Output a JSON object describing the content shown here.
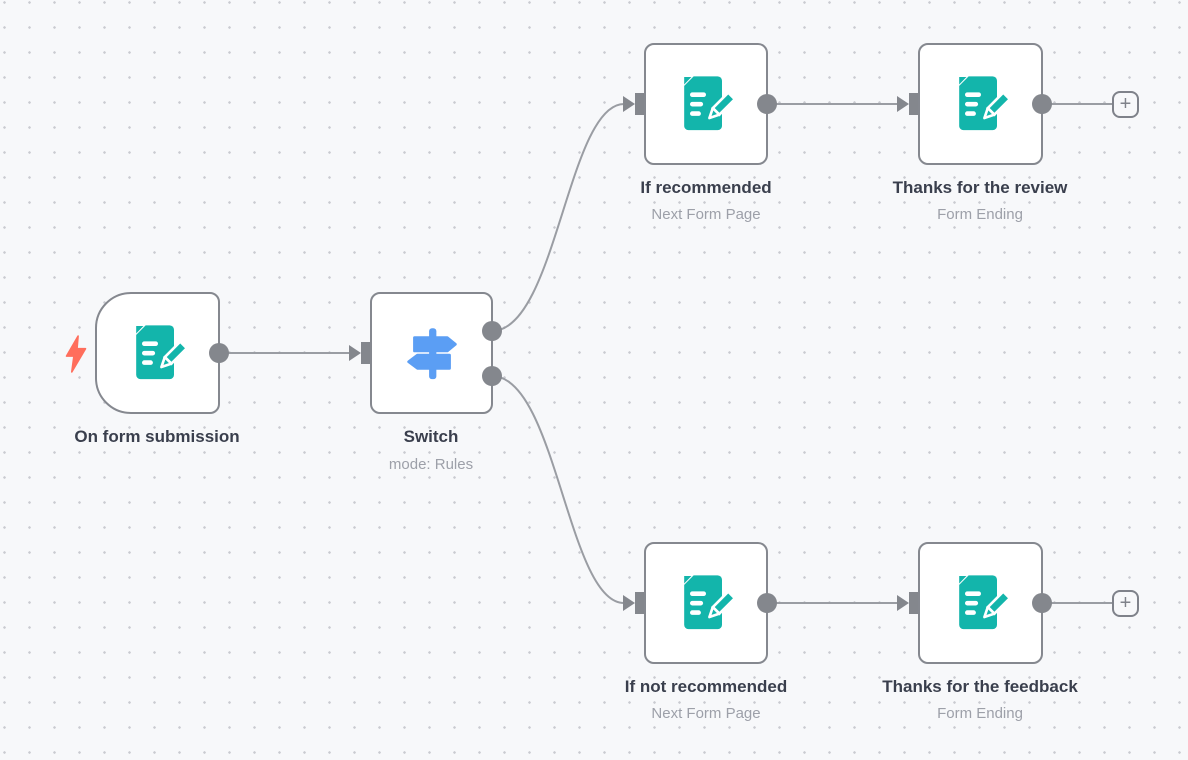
{
  "app": "workflow-canvas",
  "nodes": [
    {
      "id": "on-form-submission",
      "title": "On form submission",
      "subtitle": "",
      "icon": "form-icon",
      "kind": "trigger"
    },
    {
      "id": "switch",
      "title": "Switch",
      "subtitle": "mode: Rules",
      "icon": "switch-icon",
      "kind": "regular"
    },
    {
      "id": "if-recommended",
      "title": "If recommended",
      "subtitle": "Next Form Page",
      "icon": "form-icon",
      "kind": "regular"
    },
    {
      "id": "thanks-for-the-review",
      "title": "Thanks for the review",
      "subtitle": "Form Ending",
      "icon": "form-icon",
      "kind": "regular"
    },
    {
      "id": "if-not-recommended",
      "title": "If not recommended",
      "subtitle": "Next Form Page",
      "icon": "form-icon",
      "kind": "regular"
    },
    {
      "id": "thanks-for-the-feedback",
      "title": "Thanks for the feedback",
      "subtitle": "Form Ending",
      "icon": "form-icon",
      "kind": "regular"
    }
  ],
  "connections": [
    {
      "from": "on-form-submission",
      "to": "switch"
    },
    {
      "from": "switch:output0",
      "to": "if-recommended"
    },
    {
      "from": "switch:output1",
      "to": "if-not-recommended"
    },
    {
      "from": "if-recommended",
      "to": "thanks-for-the-review"
    },
    {
      "from": "if-not-recommended",
      "to": "thanks-for-the-feedback"
    },
    {
      "from": "thanks-for-the-review",
      "to": "add-node-button-top"
    },
    {
      "from": "thanks-for-the-feedback",
      "to": "add-node-button-bottom"
    }
  ],
  "icons": {
    "add_icon_glyph": "+",
    "form_icon": "teal document with pencil",
    "switch_icon": "blue signpost",
    "trigger_icon": "lightning bolt"
  },
  "colors": {
    "canvas_bg": "#f7f8fa",
    "grid_dot": "#c9cbd1",
    "node_border": "#85888f",
    "wire": "#9a9da3",
    "connector": "#84878d",
    "form_icon_teal": "#13b5ab",
    "switch_icon_blue": "#5b9ef4",
    "bolt_red": "#ff6e5c",
    "title_text": "#3a3f4d",
    "subtitle_text": "#9da0a9"
  }
}
